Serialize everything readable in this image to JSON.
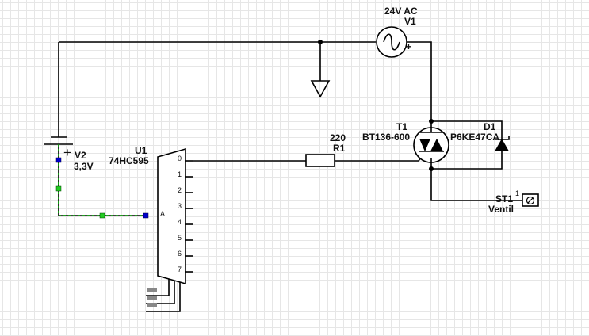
{
  "components": {
    "v1": {
      "value": "24V AC",
      "ref": "V1",
      "polarity": "+"
    },
    "v2": {
      "ref": "V2",
      "value": "3,3V",
      "polarity": "+"
    },
    "u1": {
      "ref": "U1",
      "value": "74HC595",
      "pins": [
        "0",
        "1",
        "2",
        "3",
        "4",
        "5",
        "6",
        "7"
      ],
      "input_pin": "A"
    },
    "r1": {
      "value": "220",
      "ref": "R1"
    },
    "t1": {
      "ref": "T1",
      "value": "BT136-600"
    },
    "d1": {
      "ref": "D1",
      "value": "P6KE47CA"
    },
    "st1": {
      "ref": "ST1",
      "value": "Ventil",
      "pin": "1"
    }
  },
  "colors": {
    "wire": "#000000",
    "net_highlight": "#00aa00",
    "node_blue": "#0000cc",
    "node_green": "#22cc22",
    "grid": "#e6e6e6"
  }
}
